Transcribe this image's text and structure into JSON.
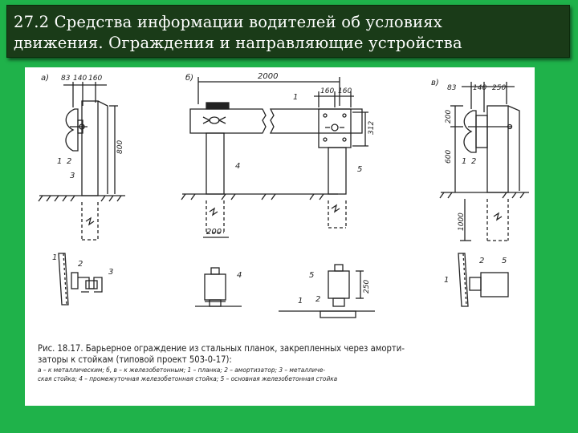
{
  "slide": {
    "title_line1": "27.2 Средства информации водителей об условиях",
    "title_line2": "движения. Ограждения и направляющие устройства"
  },
  "figure": {
    "panel_a": "а)",
    "panel_b": "б)",
    "panel_v": "в)",
    "dims_a": {
      "d1": "83",
      "d2": "140",
      "d3": "160",
      "h": "800"
    },
    "dims_b": {
      "span": "2000",
      "d1": "160",
      "d2": "160",
      "h": "312",
      "w": "200",
      "plan": "250"
    },
    "dims_v": {
      "d1": "83",
      "d2": "140",
      "d3": "250",
      "h1": "200",
      "h2": "600",
      "h3": "1000"
    },
    "numbers": {
      "n1": "1",
      "n2": "2",
      "n3": "3",
      "n4": "4",
      "n5": "5"
    }
  },
  "caption": {
    "line1": "Рис. 18.17. Барьерное ограждение из стальных планок, закрепленных через аморти-",
    "line2": "заторы к стойкам (типовой проект 503-0-17):",
    "line3": "а – к металлическим; б, в – к железобетонным; 1 – планка; 2 – амортизатор; 3 – металличе-",
    "line4": "ская стойка; 4 – промежуточная железобетонная стойка; 5 – основная железобетонная стойка"
  }
}
